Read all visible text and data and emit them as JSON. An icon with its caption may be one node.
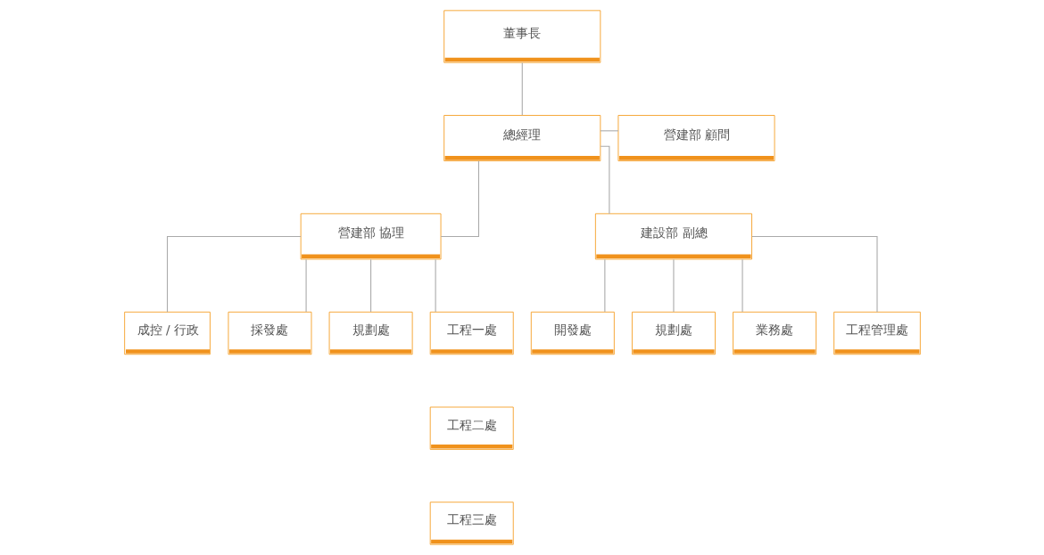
{
  "diagram": {
    "nodes": [
      {
        "text": [
          "董事長"
        ]
      },
      {
        "text": [
          "總經理"
        ]
      },
      {
        "text": [
          "營建部 顧問"
        ]
      },
      {
        "text": [
          "營建部 協理"
        ]
      },
      {
        "text": [
          "建設部 副總"
        ]
      },
      {
        "text": [
          "成控 / 行政"
        ]
      },
      {
        "text": [
          "採發處"
        ]
      },
      {
        "text": [
          "規劃處"
        ]
      },
      {
        "text": [
          "工程一處"
        ]
      },
      {
        "text": [
          "工程二處"
        ]
      },
      {
        "text": [
          "工程三處"
        ]
      },
      {
        "text": [
          "開發處"
        ]
      },
      {
        "text": [
          "規劃處"
        ]
      },
      {
        "text": [
          "業務處"
        ]
      },
      {
        "text": [
          "工程管理處"
        ]
      }
    ],
    "edges": [
      {
        "from": 0,
        "to": 1,
        "arrow": "none"
      },
      {
        "from": 1,
        "to": 2,
        "arrow": "none"
      },
      {
        "from": 1,
        "to": 3,
        "arrow": "none"
      },
      {
        "from": 1,
        "to": 4,
        "arrow": "none"
      },
      {
        "from": 3,
        "to": 5,
        "arrow": "none"
      },
      {
        "from": 3,
        "to": 6,
        "arrow": "none"
      },
      {
        "from": 3,
        "to": 7,
        "arrow": "none"
      },
      {
        "from": 3,
        "to": 8,
        "arrow": "none"
      },
      {
        "from": 4,
        "to": 11,
        "arrow": "none"
      },
      {
        "from": 4,
        "to": 12,
        "arrow": "none"
      },
      {
        "from": 4,
        "to": 13,
        "arrow": "none"
      },
      {
        "from": 4,
        "to": 14,
        "arrow": "none"
      }
    ]
  }
}
